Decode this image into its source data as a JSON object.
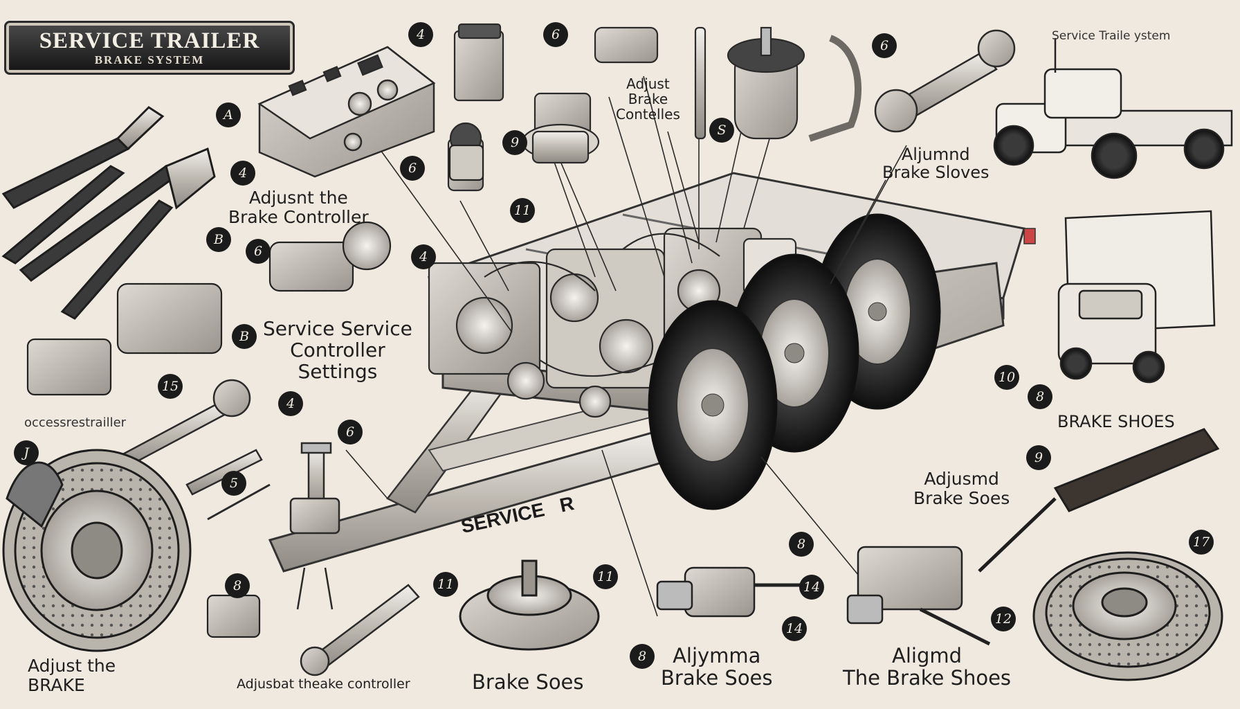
{
  "banner": {
    "title": "SERVICE TRAILER",
    "subtitle": "BRAKE SYSTEM"
  },
  "labels": {
    "adjust_the_brake_controller": "Adjusnt the\nBrake Controller",
    "service_controller_settings": "Service Service\nController\nSettings",
    "adjust_brake_controller_top": "Adjust\nBrake\nContelles",
    "alignment_brake_shoes_top": "Aljumnd\nBrake Sloves",
    "service_trailer_system_corner": "Service Traile  ystem",
    "accessories_trailer": "occessrestrailler",
    "brake_shoes_right": "BRAKE SHOES",
    "adjusmd_brake_soes": "Adjusmd\nBrake Soes",
    "adjust_the_brake_bottom_left": "Adjust the\nBRAKE",
    "adjust_the_brake_controller_bottom": "Adjusbat theake controller",
    "brake_soes_bottom": "Brake Soes",
    "aljymma_brake_soes": "Aljymma\nBrake Soes",
    "align_the_brake_shoes": "Aligmd\nThe Brake Shoes",
    "tongue_text": "SERVICE   R"
  },
  "callouts": [
    {
      "id": "n1",
      "text": "4"
    },
    {
      "id": "n2",
      "text": "6"
    },
    {
      "id": "n3",
      "text": "A"
    },
    {
      "id": "n4",
      "text": "4"
    },
    {
      "id": "n5",
      "text": "B"
    },
    {
      "id": "n6",
      "text": "6"
    },
    {
      "id": "n7",
      "text": "9"
    },
    {
      "id": "n8",
      "text": "6"
    },
    {
      "id": "n9",
      "text": "11"
    },
    {
      "id": "n10",
      "text": "4"
    },
    {
      "id": "n11",
      "text": "S"
    },
    {
      "id": "n12",
      "text": "B"
    },
    {
      "id": "n13",
      "text": "15"
    },
    {
      "id": "n14",
      "text": "J"
    },
    {
      "id": "n15",
      "text": "4"
    },
    {
      "id": "n16",
      "text": "6"
    },
    {
      "id": "n17",
      "text": "5"
    },
    {
      "id": "n18",
      "text": "8"
    },
    {
      "id": "n19",
      "text": "11"
    },
    {
      "id": "n20",
      "text": "11"
    },
    {
      "id": "n21",
      "text": "8"
    },
    {
      "id": "n22",
      "text": "14"
    },
    {
      "id": "n23",
      "text": "14"
    },
    {
      "id": "n24",
      "text": "8"
    },
    {
      "id": "n25",
      "text": "10"
    },
    {
      "id": "n26",
      "text": "8"
    },
    {
      "id": "n27",
      "text": "9"
    },
    {
      "id": "n28",
      "text": "17"
    },
    {
      "id": "n29",
      "text": "12"
    },
    {
      "id": "n30",
      "text": "6"
    }
  ]
}
